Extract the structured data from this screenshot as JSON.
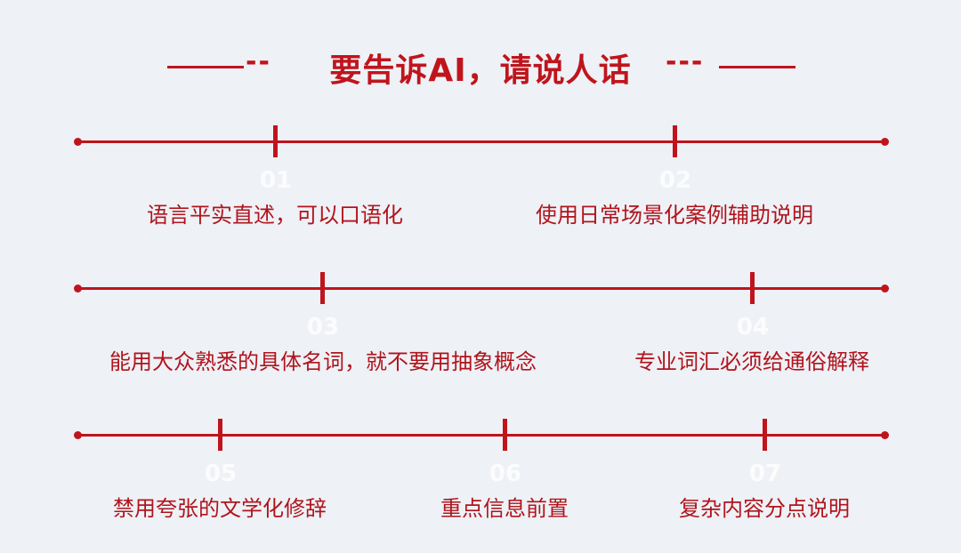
{
  "title": {
    "text": "要告诉AI，请说人话",
    "dash_left": "--",
    "dash_right": "---"
  },
  "rows": [
    {
      "items": [
        {
          "num": "01",
          "label": "语言平实直述，可以口语化"
        },
        {
          "num": "02",
          "label": "使用日常场景化案例辅助说明"
        }
      ]
    },
    {
      "items": [
        {
          "num": "03",
          "label": "能用大众熟悉的具体名词，就不要用抽象概念"
        },
        {
          "num": "04",
          "label": "专业词汇必须给通俗解释"
        }
      ]
    },
    {
      "items": [
        {
          "num": "05",
          "label": "禁用夸张的文学化修辞"
        },
        {
          "num": "06",
          "label": "重点信息前置"
        },
        {
          "num": "07",
          "label": "复杂内容分点说明"
        }
      ]
    }
  ],
  "colors": {
    "accent": "#c0141c",
    "background": "#eef1f6",
    "number": "#ffffff"
  }
}
